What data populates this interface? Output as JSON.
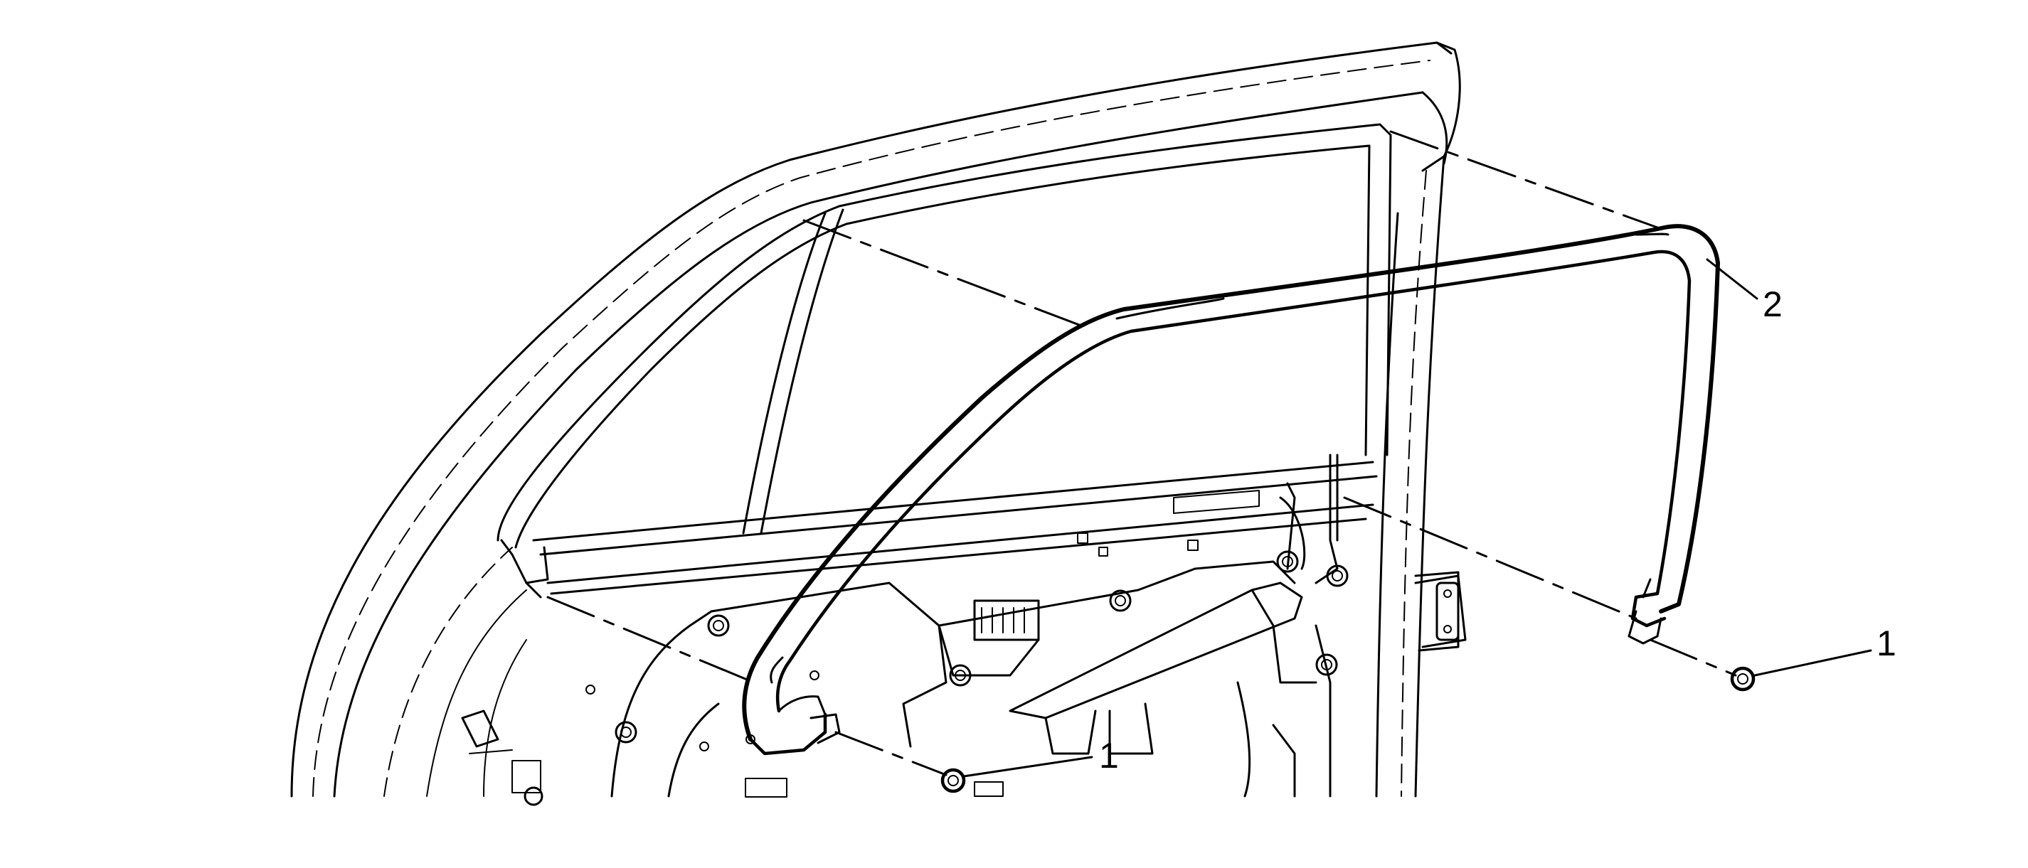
{
  "callouts": [
    {
      "id": "c1-lower",
      "label": "1"
    },
    {
      "id": "c1-right",
      "label": "1"
    },
    {
      "id": "c2",
      "label": "2"
    }
  ],
  "colors": {
    "line": "#000000",
    "background": "#ffffff"
  }
}
